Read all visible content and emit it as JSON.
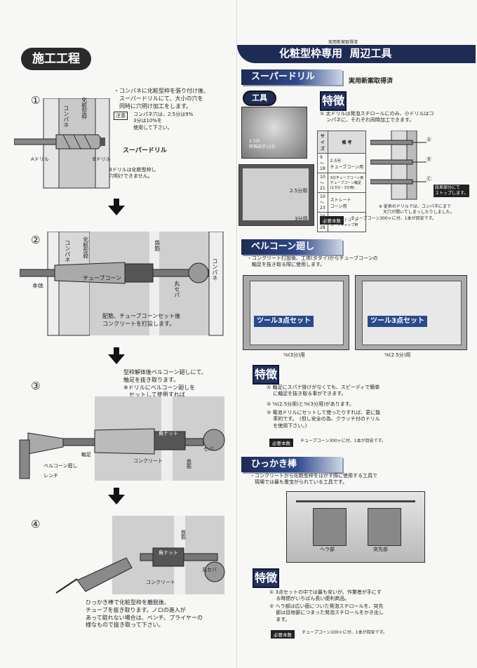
{
  "left": {
    "title": "施工工程",
    "step1": {
      "num": "①",
      "text": "・コンパネに化粧型枠を張り付け後、\n　スーパードリルにて、大小の穴を\n　同時に穴明け加工をします。",
      "note_label": "注意",
      "note_text": "コンパネ穴は、2.5分は9%\n3分は10%を\n使用して下さい。",
      "label_konpane": "コンパネ",
      "label_kesho": "化粧型枠",
      "label_superdrill": "スーパードリル",
      "label_a": "Aドリル",
      "label_b": "Bドリル",
      "note_b": "Bドリルは化粧型枠し\n穴明けできません。"
    },
    "step2": {
      "num": "②",
      "label_konpane": "コンパネ",
      "label_kesho": "化粧型枠",
      "label_tekkin": "鉄筋",
      "label_tube": "チューブコーン",
      "label_maruseba": "丸セパ",
      "label_honta": "本体",
      "label_konpane2": "コンパネ",
      "caption": "配筋、チューブコーンセット後\nコンクリートを打設します。"
    },
    "step3": {
      "num": "③",
      "text": "型枠解体後ベルコーン廻しにて、\n軸足を抜き取ります。\n※ドリルにベルコーン廻しを\n　セットして使用すれば\n　スピーディーです。",
      "label_kakunut": "角ナット",
      "label_seba": "セパ",
      "label_jiku": "軸足",
      "label_bell": "ベルコーン廻し",
      "label_wrench": "レンチ",
      "label_concrete": "コンクリート",
      "label_tekkin": "鉄筋"
    },
    "step4": {
      "num": "④",
      "label_tekkin": "鉄筋",
      "label_kakunut": "角ナット",
      "label_maruseba": "丸セバ",
      "label_concrete": "コンクリート",
      "caption": "ひっかき棒で化粧型枠を離脱後、\nチューブを抜き取ります。ノロの進入が\nあって取れない場合は、ペンチ、プライヤーの\n様なもので抜き取って下さい。"
    }
  },
  "right": {
    "patent_small": "実用新案取得済",
    "banner": "化粧型枠専用  周辺工具",
    "sec1": {
      "bar": "スーパードリル",
      "patent": "実用新案取得済",
      "tool_label": "工具",
      "feat_label": "特徴",
      "feat1": "① 太ドリルは発泡スチロールにのみ、小ドリルはコ\n　 ンパネに、それぞれ同時加工できます。",
      "photo_caption": "2.5分\n特殊研ぎ12分",
      "photo_25": "2.5分用",
      "photo_3": "3分用",
      "table_headers": [
        "サイズ",
        "備 考"
      ],
      "table_rows": [
        [
          "9～18",
          "2.5分\nチューブコーン用"
        ],
        [
          "10～21",
          "3分チューブコーン用\nチューブコーン軸足\n(2.5分・3分用)"
        ],
        [
          "10～23",
          "ストレート\nコーン用"
        ],
        [
          "10～28",
          "ストレートコーン\nコーンキャップ用"
        ]
      ],
      "diagram_a": "Ⓐ",
      "diagram_b": "Ⓑ",
      "diagram_c": "Ⓒ",
      "stop_label": "段差部分にて\nストップします。",
      "note": "※ 従来のドリルでは、コンパネにまで\n　大穴が開いてしまっしたりしました。",
      "req_label": "必要本数",
      "req_text": "チューブコーン300ヶに付、1本が目安です。"
    },
    "sec2": {
      "bar": "ベルコーン廻し",
      "text": "・コンクリート打設後、工体(タタイ)からチューブコーンの\n　軸足を抜き取る際に使用します。",
      "photo_left_text": "ツール3点セット",
      "photo_right_text": "ツール3点セット",
      "cap_left": "⁵⁄₈(3分)用",
      "cap_right": "⁵⁄₈(2.5分)用",
      "feat_label": "特徴",
      "f1": "① 軸足にスパナ掛けがなくても、スピーディで簡単\n　 に軸足を抜き取る事ができます。",
      "f2": "② ⁵⁄₈(2.5分用)と³⁄₈(3分用)があります。",
      "f3": "③ 電池ドリルにセットして使ったりすれば、更に能\n　 率的です。　(但し安全の為、クラッチ付のドリル\n　 を使用下さい。)",
      "req_label": "必要本数",
      "req_text": "チューブコーン300ヶに付、1本が目安です。"
    },
    "sec3": {
      "bar": "ひっかき棒",
      "text": "・コンクリートから化粧型枠をはがす際に使用する工具で\n　現場では最も重宝がられている工具です。",
      "label_hera": "ヘラ部",
      "label_tsuki": "突先部",
      "feat_label": "特徴",
      "f1": "① 3点セットの中では最も安いが、作業者が手にす\n　 る時間がいちばん長い便利商品。",
      "f2": "② ヘラ部は広い面についた発泡スチロールを、突先\n　 部は目地部につまった発泡スチロールをかき出し\n　 ます。",
      "req_label": "必要本数",
      "req_text": "チューブコーン100ヶに付、1本が目安です。"
    }
  }
}
